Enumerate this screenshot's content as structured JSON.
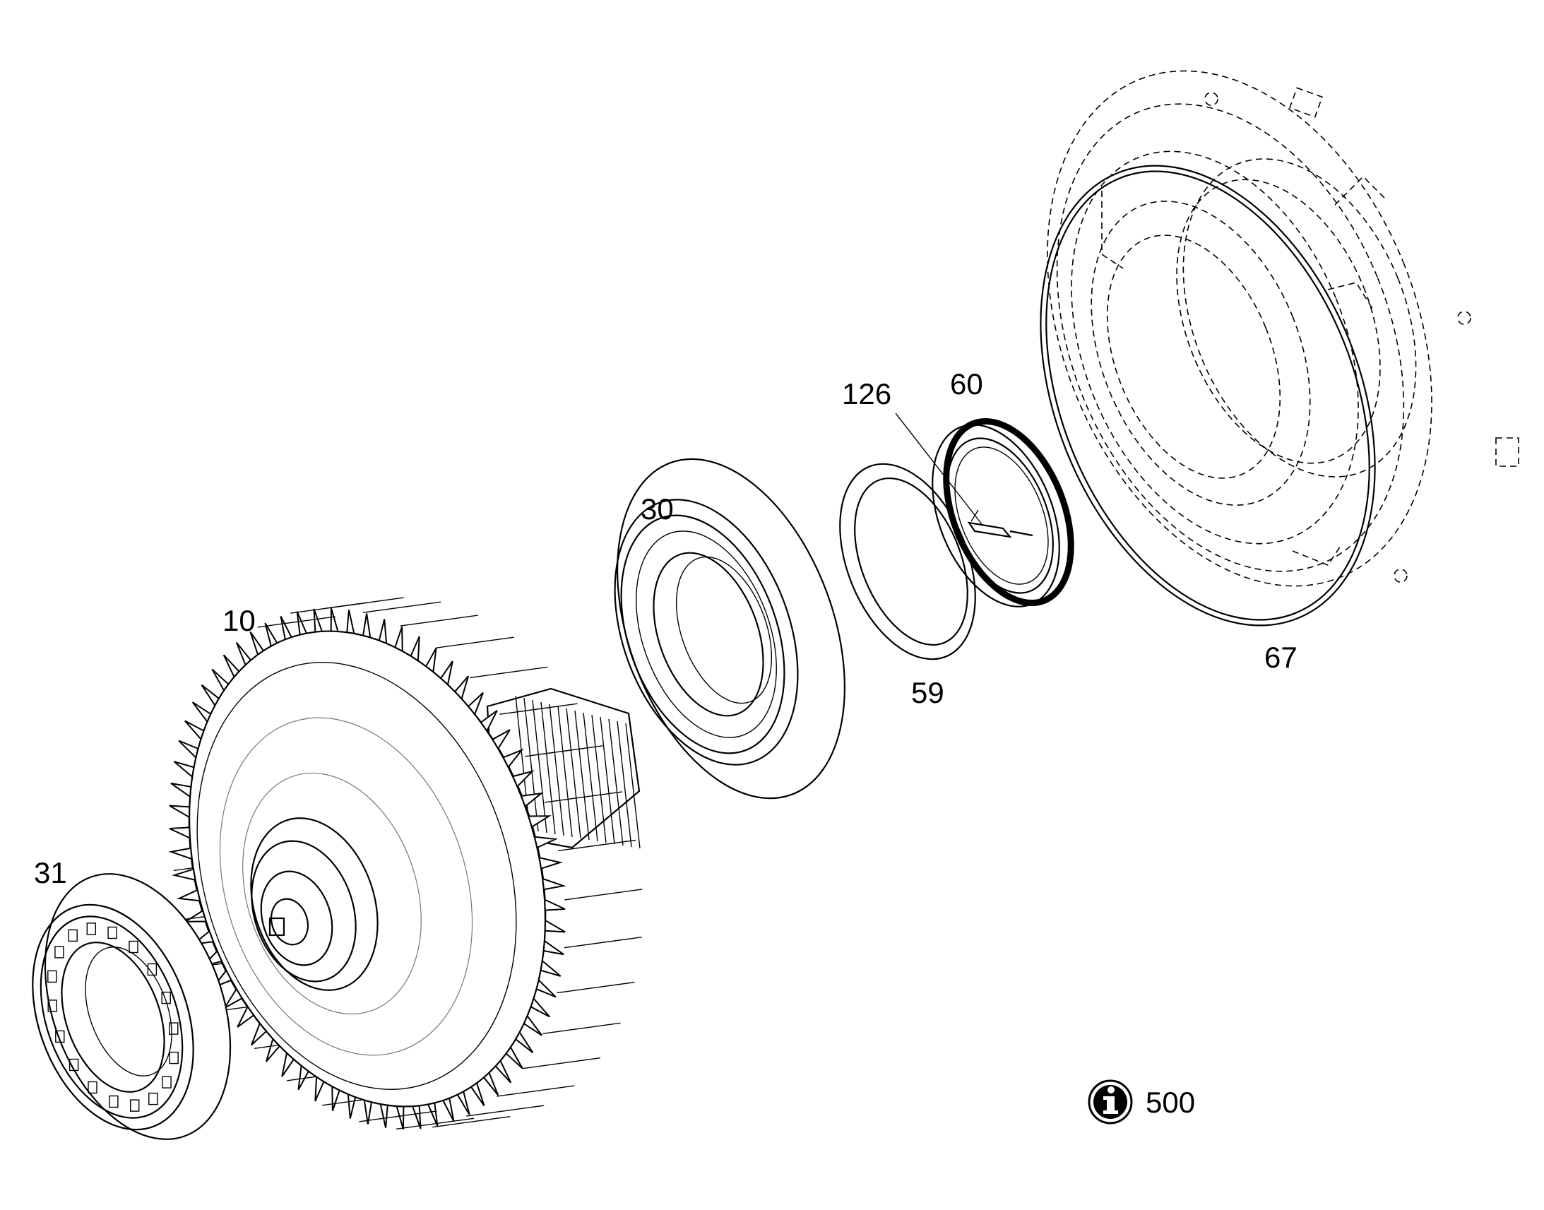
{
  "callouts": {
    "p31": "31",
    "p10": "10",
    "p30": "30",
    "p126": "126",
    "p60": "60",
    "p59": "59",
    "p67": "67"
  },
  "info": {
    "icon": "info-icon",
    "number": "500"
  }
}
